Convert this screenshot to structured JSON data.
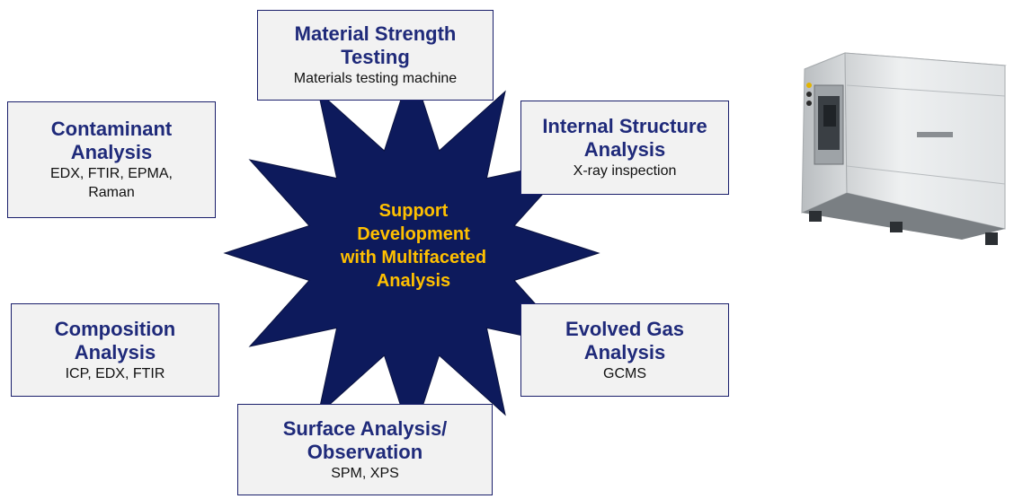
{
  "center": {
    "text": "Support\nDevelopment\nwith Multifaceted\nAnalysis"
  },
  "boxes": {
    "strength": {
      "title": "Material Strength\nTesting",
      "sub": "Materials testing machine"
    },
    "contaminant": {
      "title": "Contaminant\nAnalysis",
      "sub": "EDX, FTIR, EPMA,\nRaman"
    },
    "internal": {
      "title": "Internal Structure\nAnalysis",
      "sub": "X-ray inspection"
    },
    "composition": {
      "title": "Composition\nAnalysis",
      "sub": "ICP, EDX, FTIR"
    },
    "evolved": {
      "title": "Evolved Gas\nAnalysis",
      "sub": "GCMS"
    },
    "surface": {
      "title": "Surface Analysis/\nObservation",
      "sub": "SPM, XPS"
    }
  },
  "colors": {
    "star_fill": "#0d1a5c",
    "star_text": "#ffc000",
    "box_border": "#1a1f6b",
    "box_title": "#1f2a7a",
    "box_bg": "#f2f2f2"
  },
  "image": {
    "icon": "xray-inspection-machine"
  }
}
